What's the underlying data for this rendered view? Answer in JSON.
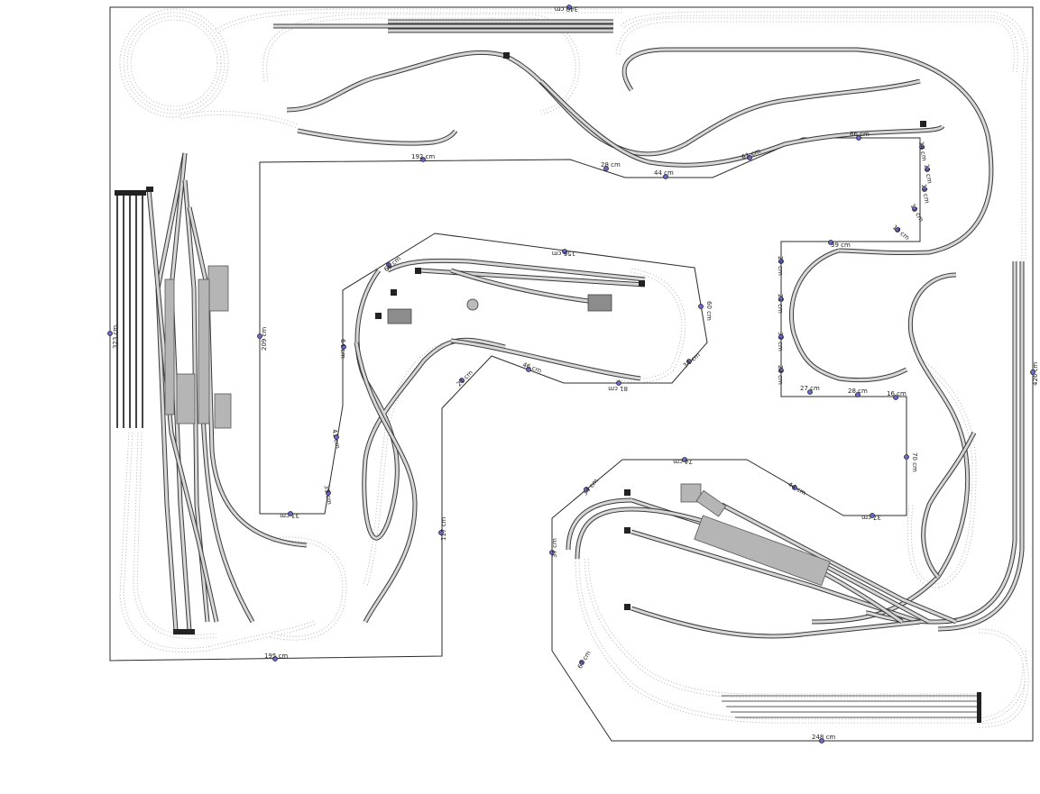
{
  "diagram": {
    "kind": "model railway track plan",
    "colors": {
      "outline": "#2b2b2b",
      "visible_track": "#3a3a3a",
      "hidden_track": "#b8b8b8",
      "dimension_dot": "#6a6ad0",
      "building": "#b5b5b5"
    }
  },
  "dimensions": {
    "top": "340 cm",
    "left_side": "323 cm",
    "bottom_left": "195 cm",
    "bottom_right": "248 cm",
    "right_side": "426 cm",
    "left_hole_top": "192 cm",
    "left_hole_side": "209 cm",
    "left_hole_bottom": "33 cm",
    "left_hole_seg_a": "39 cm",
    "left_hole_seg_b": "41 cm",
    "left_hole_seg_c": "64 cm",
    "left_hole_step_a": "28 cm",
    "left_hole_step_b": "44 cm",
    "left_hole_step_c": "61 cm",
    "right_hole_top": "66 cm",
    "right_hole_seg_a": "14 cm",
    "right_hole_seg_b": "11 cm",
    "right_hole_seg_c": "11 cm",
    "right_hole_seg_d": "11 cm",
    "right_hole_seg_e": "13 cm",
    "right_hole_inner_top": "39 cm",
    "right_hole_left_a": "29 cm",
    "right_hole_left_b": "21 cm",
    "right_hole_left_c": "33 cm",
    "right_hole_left_d": "24 cm",
    "right_hole_bottom_a": "27 cm",
    "right_hole_bottom_b": "28 cm",
    "right_hole_bottom_c": "16 cm",
    "right_hole_side": "70 cm",
    "right_hole_low": "37 cm",
    "island_top": "156 cm",
    "island_left": "66 cm",
    "island_right": "60 cm",
    "island_right_low": "34 cm",
    "island_bottom": "81 cm",
    "island_bottom_left": "46 cm",
    "island_notch": "21 cm",
    "center_side": "117 cm",
    "lower_right_top": "74 cm",
    "lower_right_diag": "44 cm",
    "lower_right_left": "34 cm",
    "lower_right_side": "37 cm",
    "lower_left_diag": "67 cm"
  }
}
